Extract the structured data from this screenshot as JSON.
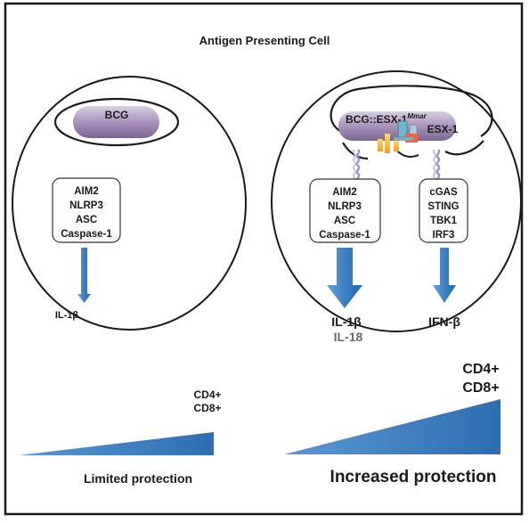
{
  "title": "Antigen Presenting Cell",
  "left_cell": {
    "bcg_label": "BCG",
    "inflammasome_box": [
      "AIM2",
      "NLRP3",
      "ASC",
      "Caspase-1"
    ],
    "cytokine": "IL-1β",
    "cd_label_1": "CD4+",
    "cd_label_2": "CD8+",
    "protection": "Limited protection"
  },
  "right_cell": {
    "bcg_label": "BCG::ESX-1",
    "bcg_superscript": "Mmar",
    "esx_label": "ESX-1",
    "inflammasome_box": [
      "AIM2",
      "NLRP3",
      "ASC",
      "Caspase-1"
    ],
    "sting_box": [
      "cGAS",
      "STING",
      "TBK1",
      "IRF3"
    ],
    "cytokine_1": "IL-1β",
    "cytokine_2": "IL-18",
    "cytokine_ifn": "IFN-β",
    "cd_label_1": "CD4+",
    "cd_label_2": "CD8+",
    "protection": "Increased protection"
  },
  "colors": {
    "arrow_blue": "#3d80c4",
    "bcg_purple": "#9580a8",
    "ramp_blue": "#2e6db0",
    "il18_gray": "#6a6a6a"
  }
}
